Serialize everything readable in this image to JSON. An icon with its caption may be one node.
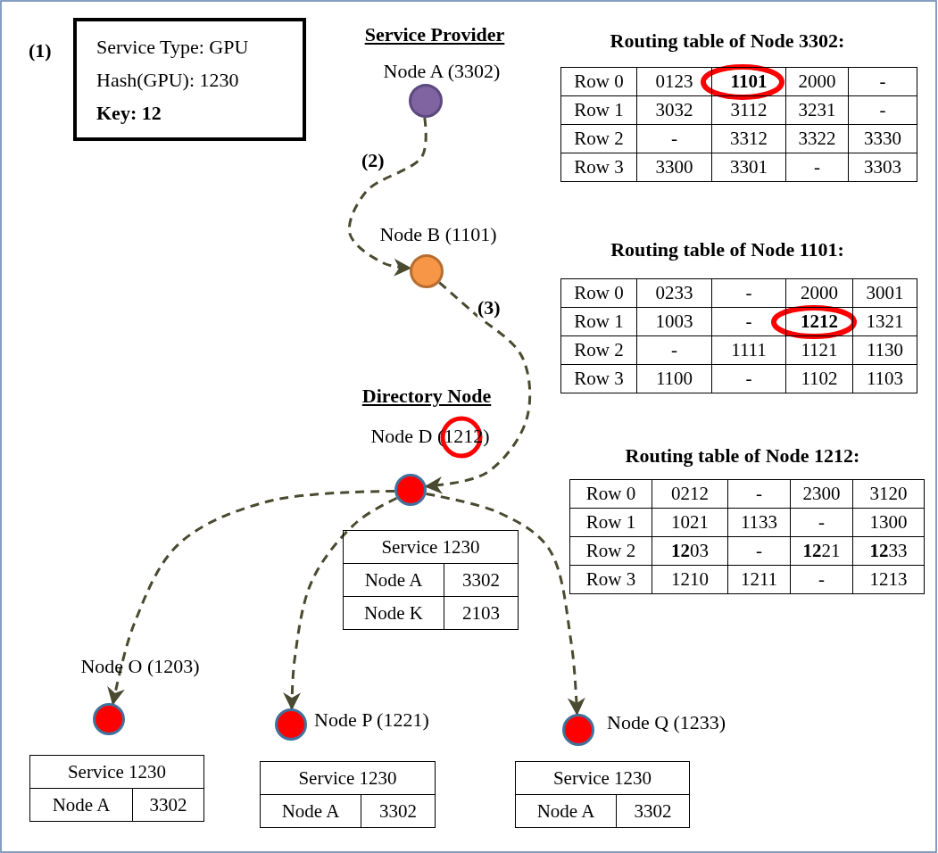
{
  "diagram": {
    "nodes": [
      {
        "text": [
          "Service Type: GPU",
          "Hash(GPU): 1230",
          "Key: 12"
        ]
      },
      {
        "text": [],
        "shape": "circle",
        "beside": [
          "Service Provider",
          "Node A (3302)"
        ]
      },
      {
        "text": [],
        "shape": "circle",
        "beside": [
          "Node B (1101)"
        ]
      },
      {
        "text": [],
        "shape": "circle",
        "beside": [
          "Directory Node",
          "Node D (1212)"
        ]
      },
      {
        "text": [],
        "shape": "circle",
        "beside": [
          "Node O (1203)"
        ]
      },
      {
        "text": [],
        "shape": "circle",
        "beside": [
          "Node P (1221)"
        ]
      },
      {
        "text": [],
        "shape": "circle",
        "beside": [
          "Node Q (1233)"
        ]
      }
    ],
    "edges": [
      {
        "from": 1,
        "to": 2,
        "arrow": "to",
        "label": "(2)",
        "style": "dashed"
      },
      {
        "from": 2,
        "to": 3,
        "arrow": "to",
        "label": "(3)",
        "style": "dashed"
      },
      {
        "from": 3,
        "to": 4,
        "arrow": "to",
        "style": "dashed"
      },
      {
        "from": 3,
        "to": 5,
        "arrow": "to",
        "style": "dashed"
      },
      {
        "from": 3,
        "to": 6,
        "arrow": "to",
        "style": "dashed"
      }
    ],
    "labels": [
      "(1)",
      "Routing table of Node 3302:",
      "Row 0",
      "0123",
      "**1101**",
      "2000",
      "-",
      "Row 1",
      "3032",
      "3112",
      "3231",
      "-",
      "Row 2",
      "-",
      "3312",
      "3322",
      "3330",
      "Row 3",
      "3300",
      "3301",
      "-",
      "3303",
      "Routing table of Node 1101:",
      "Row 0",
      "0233",
      "-",
      "2000",
      "3001",
      "Row 1",
      "1003",
      "-",
      "**1212**",
      "1321",
      "Row 2",
      "-",
      "1111",
      "1121",
      "1130",
      "Row 3",
      "1100",
      "-",
      "1102",
      "1103",
      "Routing table of Node 1212:",
      "Row 0",
      "0212",
      "-",
      "2300",
      "3120",
      "Row 1",
      "1021",
      "1133",
      "-",
      "1300",
      "Row 2",
      "**12**03",
      "-",
      "**12**21",
      "**12**33",
      "Row 3",
      "1210",
      "1211",
      "-",
      "1213",
      "Service 1230",
      "Node A",
      "3302",
      "Node K",
      "2103",
      "Service 1230",
      "Node A",
      "3302",
      "Service 1230",
      "Node A",
      "3302",
      "Service 1230",
      "Node A",
      "3302"
    ]
  }
}
